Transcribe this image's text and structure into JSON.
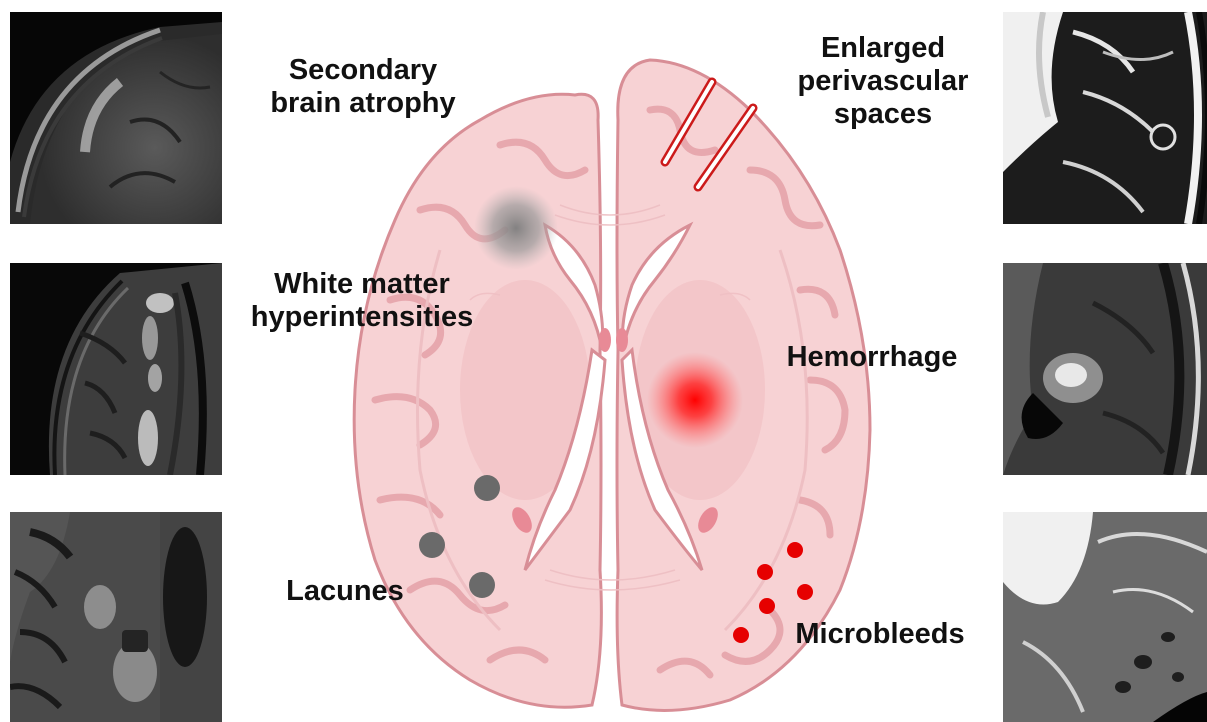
{
  "labels": {
    "atrophy": [
      "Secondary",
      "brain atrophy"
    ],
    "epvs": [
      "Enlarged",
      "perivascular",
      "spaces"
    ],
    "wmh": [
      "White matter",
      "hyperintensities"
    ],
    "hemorrhage": [
      "Hemorrhage"
    ],
    "lacunes": [
      "Lacunes"
    ],
    "microbleeds": [
      "Microbleeds"
    ]
  },
  "panels": {
    "left": [
      "atrophy-mri",
      "wmh-mri",
      "lacunes-mri"
    ],
    "right": [
      "epvs-mri",
      "hemorrhage-mri",
      "microbleeds-mri"
    ]
  },
  "colors": {
    "brain_fill": "#f7d2d4",
    "brain_outline": "#d88e96",
    "sulcus": "#e7a8ae",
    "ventricle": "#ffffff",
    "hemorrhage": "#ff1a1a",
    "microbleed": "#e60000",
    "lacune": "#6a6a6a",
    "atrophy_blob": "#8a8a8a"
  },
  "icons": {
    "lacune_marker": "grey-dot",
    "microbleed_marker": "red-dot"
  }
}
